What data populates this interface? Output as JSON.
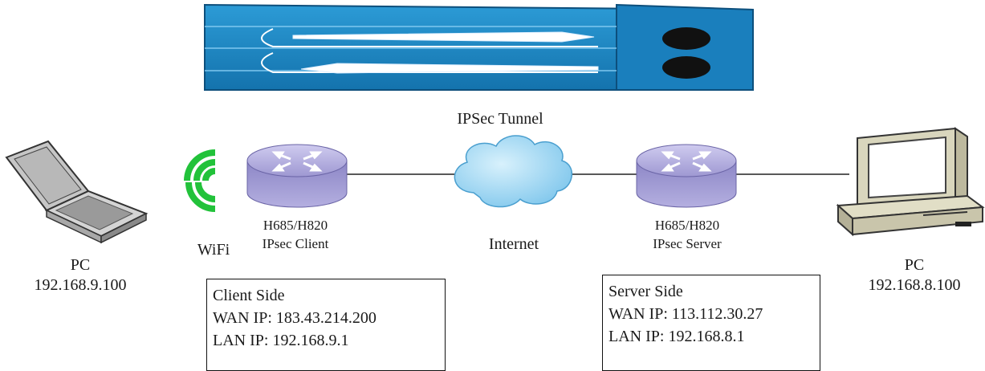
{
  "tunnel": {
    "label": "IPSec Tunnel"
  },
  "client_pc": {
    "name": "PC",
    "ip": "192.168.9.100"
  },
  "wifi": {
    "label": "WiFi"
  },
  "client_router": {
    "model": "H685/H820",
    "role": "IPsec Client"
  },
  "internet": {
    "label": "Internet"
  },
  "server_router": {
    "model": "H685/H820",
    "role": "IPsec Server"
  },
  "server_pc": {
    "name": "PC",
    "ip": "192.168.8.100"
  },
  "client_box": {
    "title": "Client Side",
    "wan": "WAN IP: 183.43.214.200",
    "lan": "LAN IP: 192.168.9.1"
  },
  "server_box": {
    "title": "Server Side",
    "wan": "WAN IP: 113.112.30.27",
    "lan": "LAN IP: 192.168.8.1"
  },
  "colors": {
    "tunnel_blue": "#1a86c4",
    "router_purple": "#a7a3d6",
    "cloud_blue": "#9bd6f2",
    "wifi_green": "#22c23a",
    "pc_beige": "#d9d6bd"
  }
}
